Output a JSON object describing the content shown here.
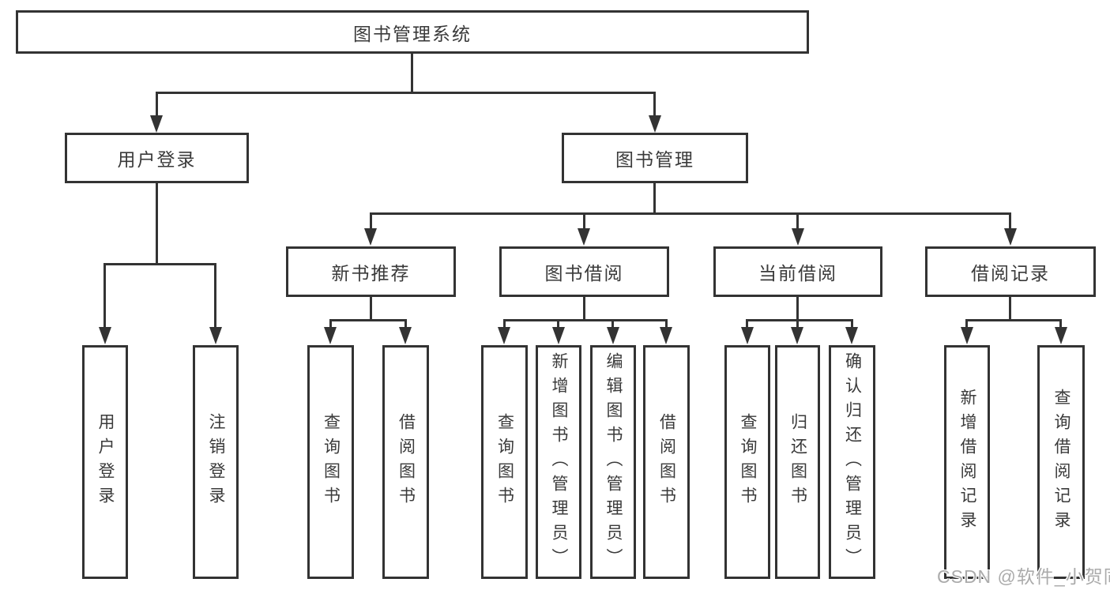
{
  "diagram": {
    "root": "图书管理系统",
    "level2": {
      "user_login": "用户登录",
      "book_management": "图书管理"
    },
    "level3": {
      "new_book": "新书推荐",
      "book_borrow": "图书借阅",
      "current_borrow": "当前借阅",
      "borrow_record": "借阅记录"
    },
    "leaves": {
      "user_login": "用户登录",
      "logout": "注销登录",
      "query_books_newbook": "查询图书",
      "borrow_books_newbook": "借阅图书",
      "query_books_borrow": "查询图书",
      "add_book_admin": "新增图书（管理员）",
      "edit_book_admin": "编辑图书（管理员）",
      "borrow_books_borrow": "借阅图书",
      "query_books_current": "查询图书",
      "return_books": "归还图书",
      "confirm_return_admin": "确认归还（管理员）",
      "add_borrow_record": "新增借阅记录",
      "query_borrow_record": "查询借阅记录"
    },
    "colors": {
      "line": "#333333",
      "box_background": "#ffffff",
      "text": "#3a3a3a",
      "watermark": "#ababab"
    }
  },
  "watermark": "CSDN @软件_小贺同学"
}
